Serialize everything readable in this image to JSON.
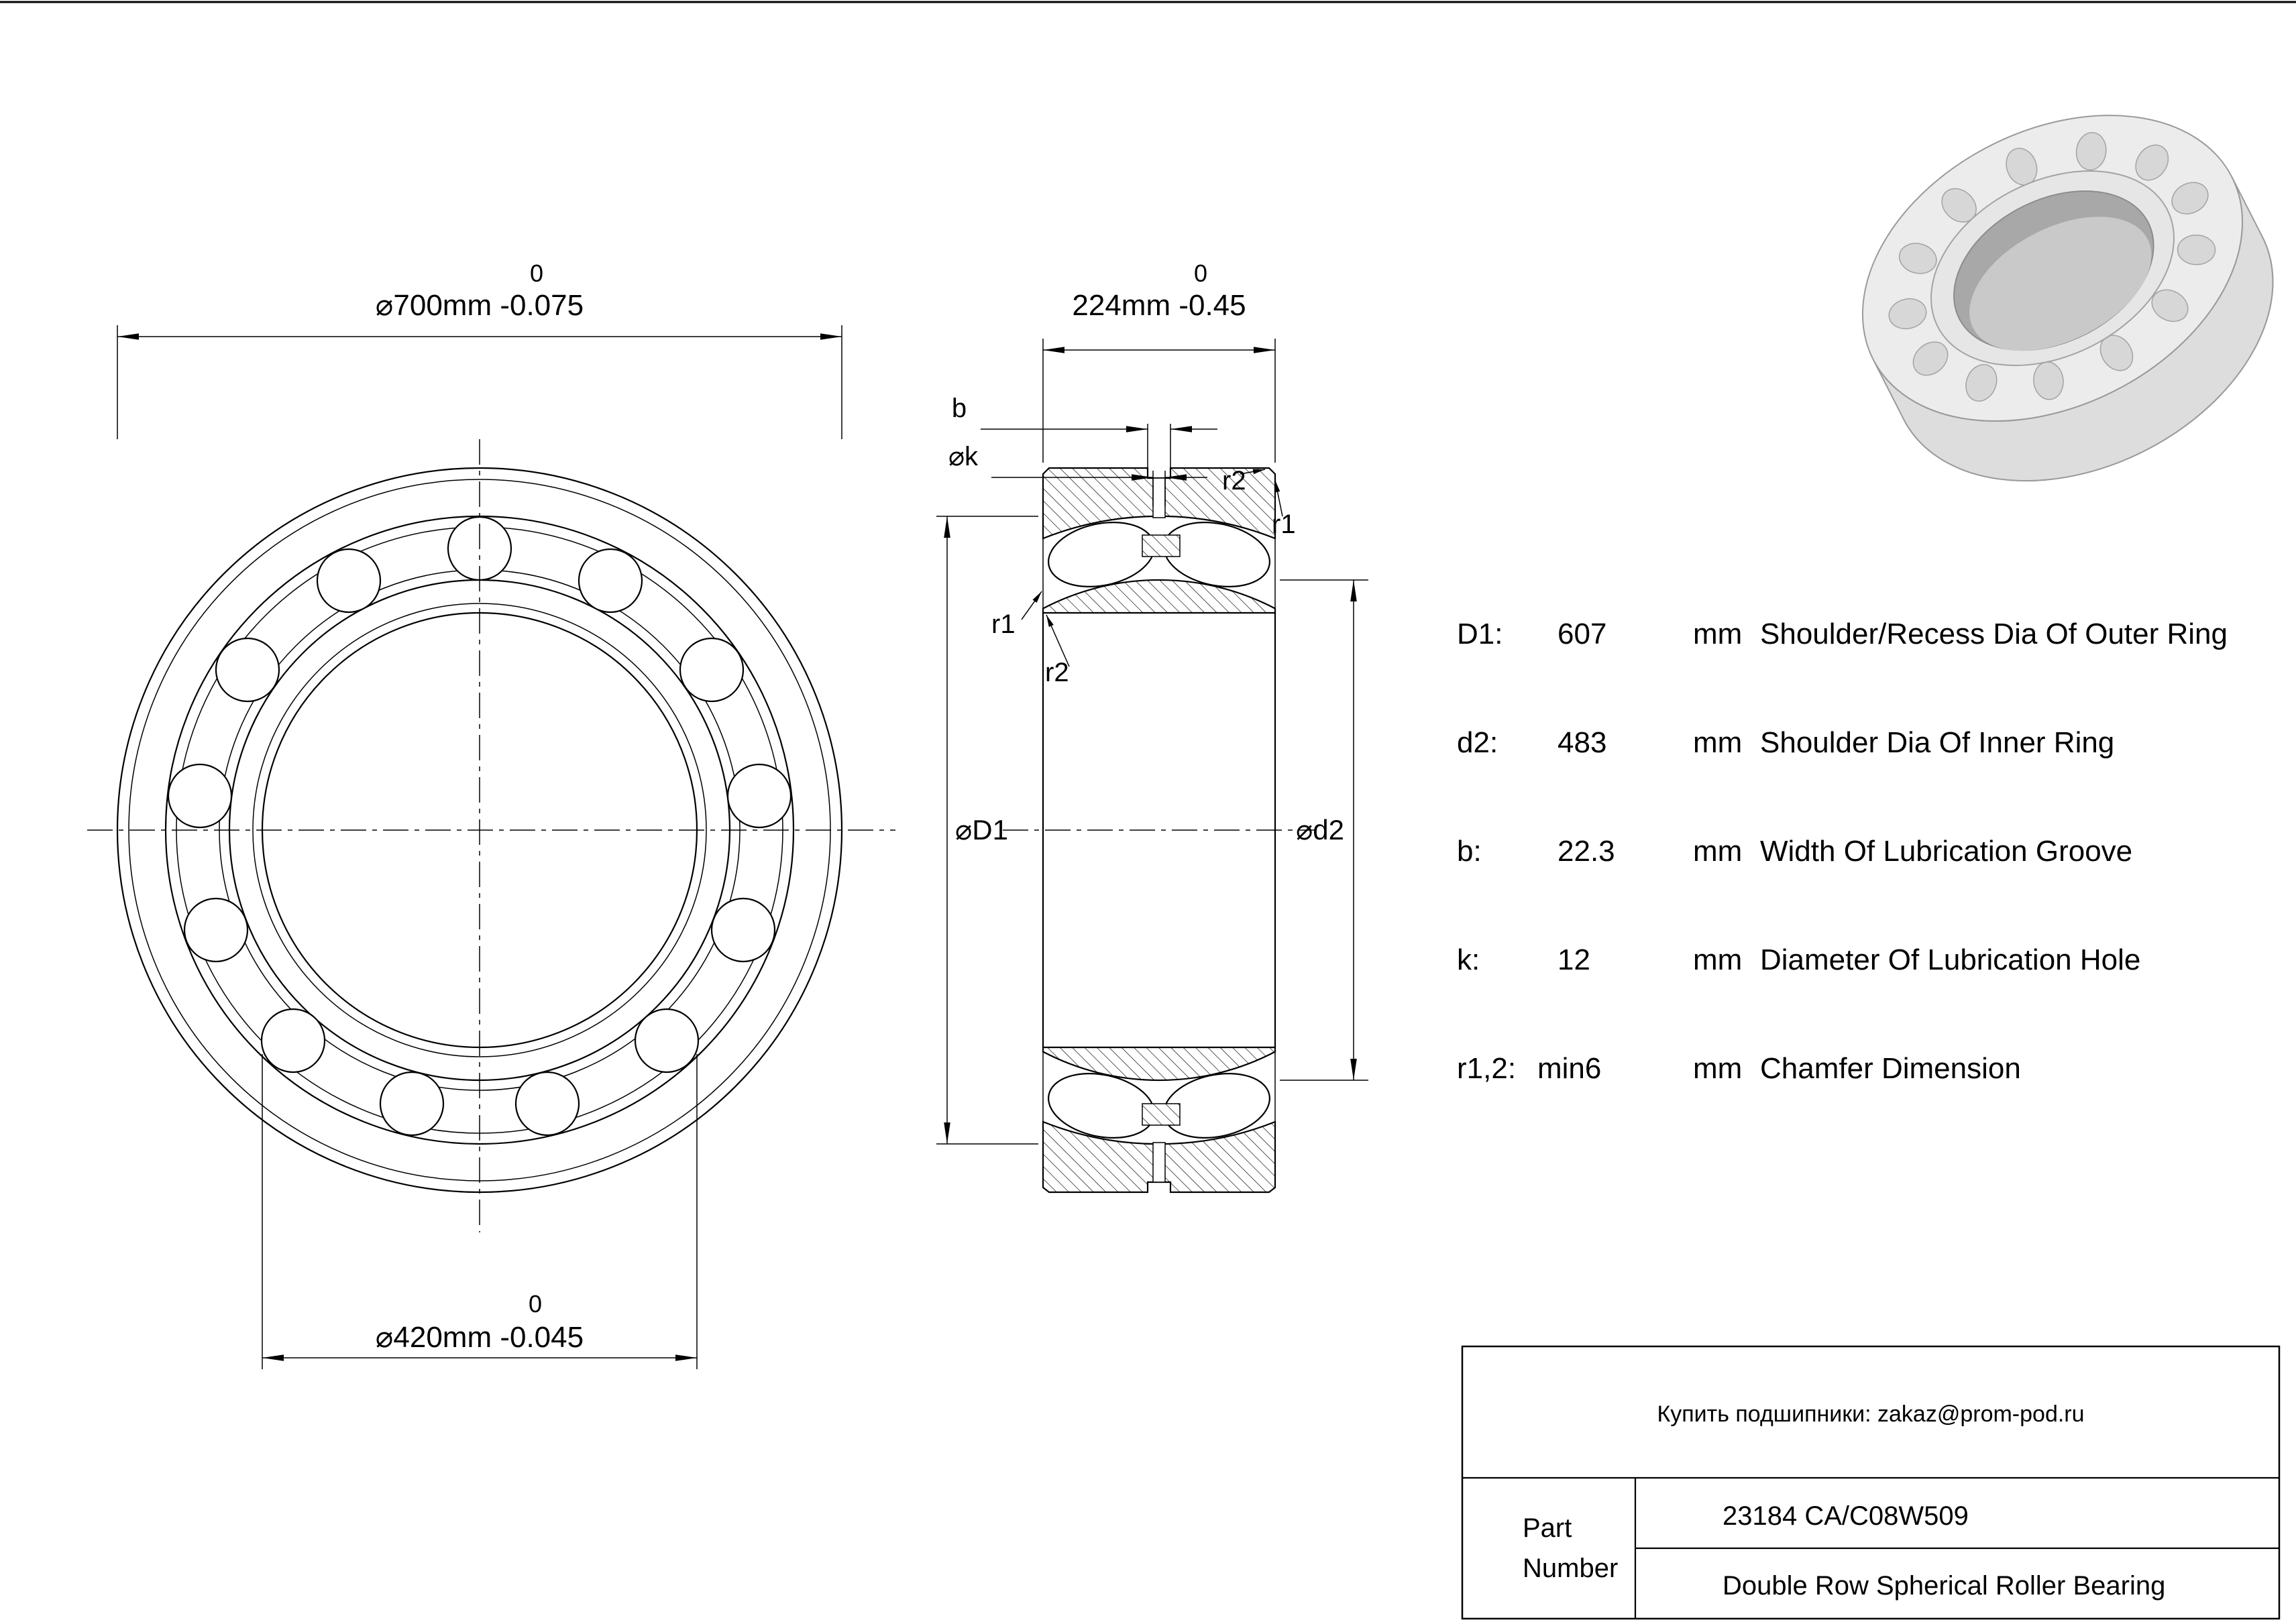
{
  "front_view": {
    "outer_dim_upper": "0",
    "outer_dim": "⌀700mm -0.075",
    "bore_dim_upper": "0",
    "bore_dim": "⌀420mm -0.045"
  },
  "section_view": {
    "width_dim_upper": "0",
    "width_dim": "224mm -0.45",
    "groove_width_label": "b",
    "hole_dia_label": "⌀k",
    "outer_shoulder_label": "⌀D1",
    "inner_shoulder_label": "⌀d2",
    "chamfer_r1": "r1",
    "chamfer_r2": "r2"
  },
  "spec_table": {
    "rows": [
      {
        "param": "D1:",
        "value": "607",
        "unit": "mm",
        "desc": "Shoulder/Recess Dia Of Outer Ring"
      },
      {
        "param": "d2:",
        "value": "483",
        "unit": "mm",
        "desc": "Shoulder Dia Of Inner Ring"
      },
      {
        "param": "b:",
        "value": "22.3",
        "unit": "mm",
        "desc": "Width Of Lubrication Groove"
      },
      {
        "param": "k:",
        "value": "12",
        "unit": "mm",
        "desc": "Diameter Of Lubrication Hole"
      },
      {
        "param": "r1,2:",
        "value": "min6",
        "unit": "mm",
        "desc": "Chamfer Dimension"
      }
    ]
  },
  "title_block": {
    "contact": "Купить подшипники: zakaz@prom-pod.ru",
    "part_label_line1": "Part",
    "part_label_line2": "Number",
    "part_number": "23184 CA/C08W509",
    "part_description": "Double Row Spherical Roller Bearing"
  }
}
